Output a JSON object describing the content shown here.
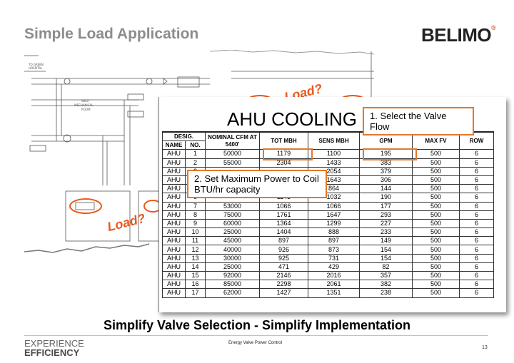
{
  "slide": {
    "title": "Simple Load Application",
    "logo": "BELIMO",
    "bottom_text": "Simplify Valve Selection  - Simplify Implementation",
    "footer_brand_line1": "EXPERIENCE",
    "footer_brand_line2": "EFFICIENCY",
    "footer_center": "Energy Valve Power Control",
    "page_number": "13"
  },
  "blueprint": {
    "load_label_1": "Load?",
    "load_label_2": "Load?"
  },
  "schedule": {
    "title": "AHU COOLING CO",
    "header_row1": [
      "DESIG.",
      "NOMINAL CFM AT 5400'",
      "TOT MBH",
      "SENS MBH",
      "GPM",
      "MAX FV",
      "ROW"
    ],
    "header_row2": [
      "NAME",
      "NO."
    ],
    "rows": [
      [
        "AHU",
        "1",
        "50000",
        "1179",
        "1100",
        "195",
        "500",
        "6"
      ],
      [
        "AHU",
        "2",
        "55000",
        "2304",
        "1433",
        "383",
        "500",
        "6"
      ],
      [
        "AHU",
        "3",
        "",
        "",
        "2054",
        "379",
        "500",
        "6"
      ],
      [
        "AHU",
        "4",
        "",
        "",
        "1643",
        "306",
        "500",
        "6"
      ],
      [
        "AHU",
        "5",
        "",
        "",
        "864",
        "144",
        "500",
        "6"
      ],
      [
        "AHU",
        "6",
        "",
        "1143",
        "1032",
        "190",
        "500",
        "6"
      ],
      [
        "AHU",
        "7",
        "53000",
        "1066",
        "1066",
        "177",
        "500",
        "6"
      ],
      [
        "AHU",
        "8",
        "75000",
        "1761",
        "1647",
        "293",
        "500",
        "6"
      ],
      [
        "AHU",
        "9",
        "60000",
        "1364",
        "1299",
        "227",
        "500",
        "6"
      ],
      [
        "AHU",
        "10",
        "25000",
        "1404",
        "888",
        "233",
        "500",
        "6"
      ],
      [
        "AHU",
        "11",
        "45000",
        "897",
        "897",
        "149",
        "500",
        "6"
      ],
      [
        "AHU",
        "12",
        "40000",
        "926",
        "873",
        "154",
        "500",
        "6"
      ],
      [
        "AHU",
        "13",
        "30000",
        "925",
        "731",
        "154",
        "500",
        "6"
      ],
      [
        "AHU",
        "14",
        "25000",
        "471",
        "429",
        "82",
        "500",
        "6"
      ],
      [
        "AHU",
        "15",
        "92000",
        "2146",
        "2016",
        "357",
        "500",
        "6"
      ],
      [
        "AHU",
        "16",
        "85000",
        "2298",
        "2061",
        "382",
        "500",
        "6"
      ],
      [
        "AHU",
        "17",
        "62000",
        "1427",
        "1351",
        "238",
        "500",
        "6"
      ]
    ]
  },
  "callouts": {
    "one": "1.  Select the Valve Flow",
    "two": "2.  Set Maximum Power to Coil BTU/hr capacity"
  },
  "colors": {
    "accent": "#e07a2b",
    "load_text": "#e85a1e",
    "title_gray": "#8c8c8c"
  }
}
